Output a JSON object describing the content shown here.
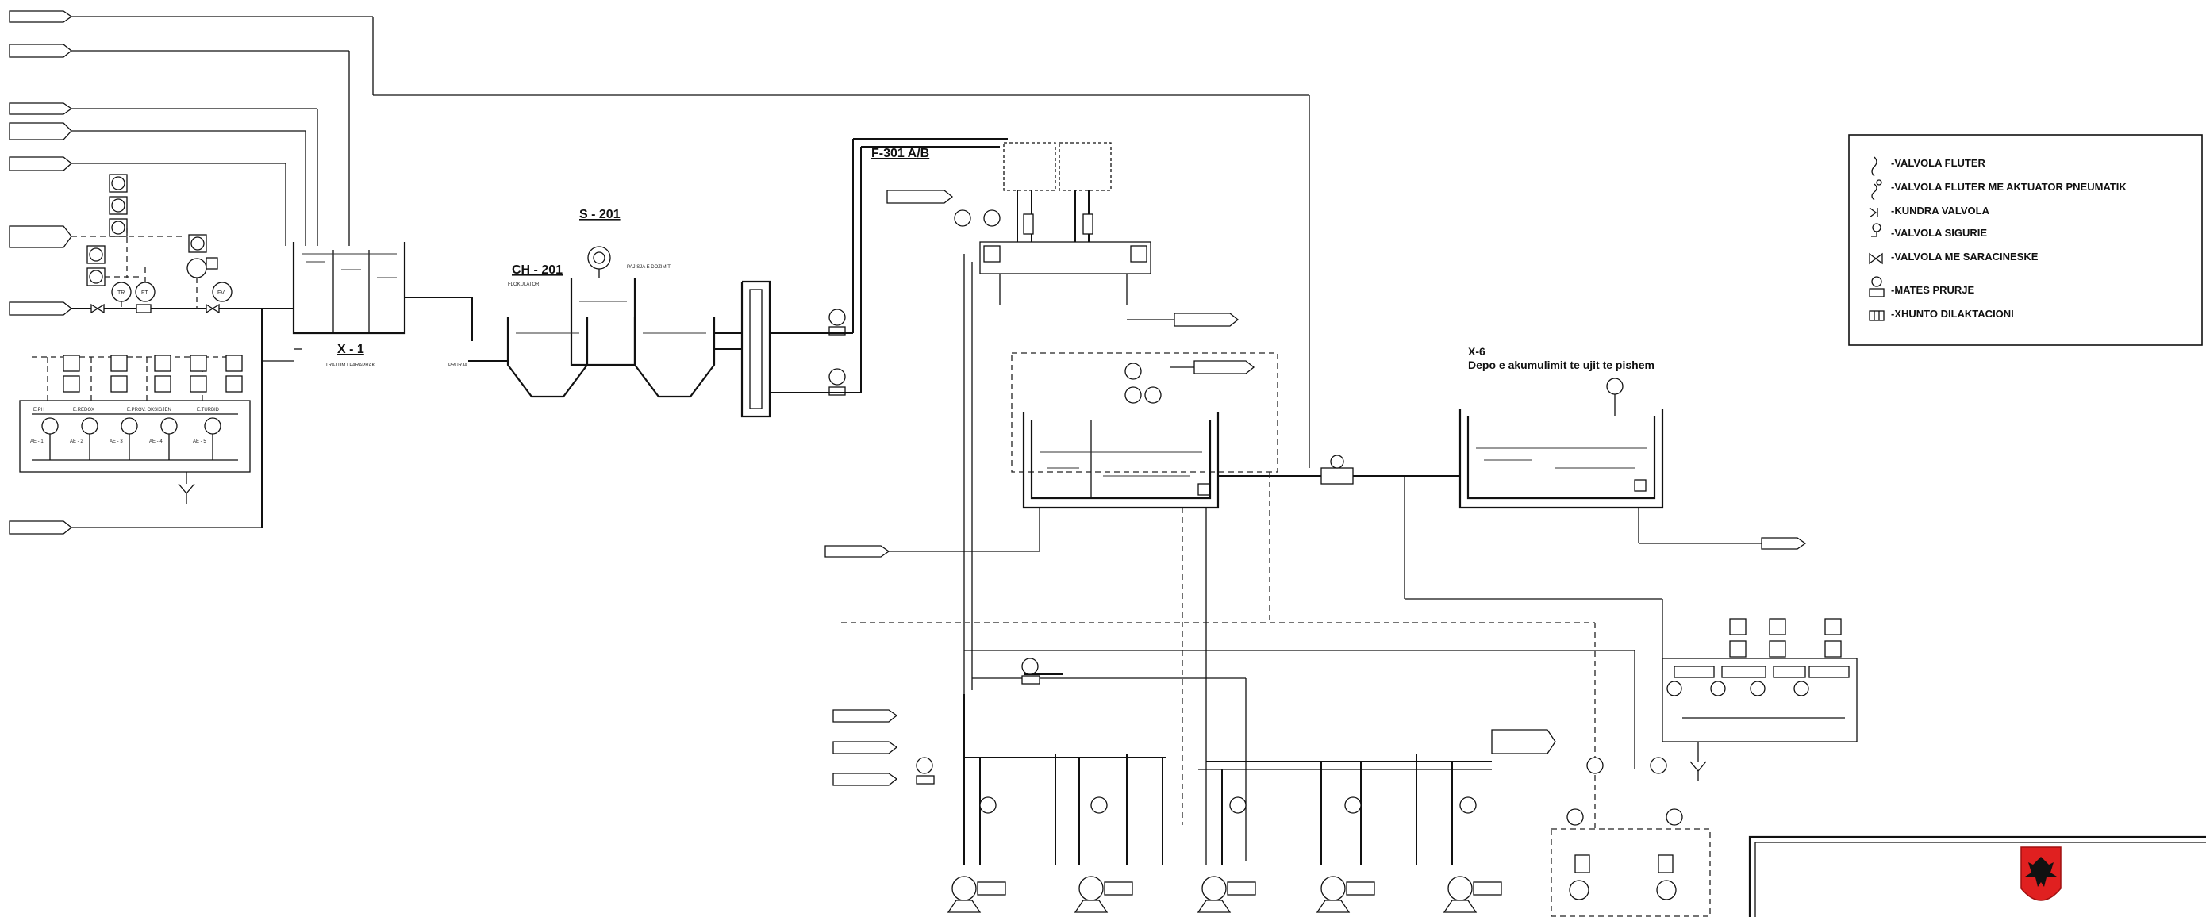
{
  "tags": {
    "x1": "X - 1",
    "ch201": "CH - 201",
    "s201": "S - 201",
    "f301": "F-301 A/B",
    "x6": "X-6",
    "x6_desc": "Depo e akumulimit te ujit te pishem"
  },
  "legend": {
    "items": [
      "-VALVOLA  FLUTER",
      "-VALVOLA  FLUTER ME AKTUATOR PNEUMATIK",
      "-KUNDRA VALVOLA",
      "-VALVOLA SIGURIE",
      "-VALVOLA ME SARACINESKE",
      "-MATES PRURJE",
      "-XHUNTO DILAKTACIONI"
    ]
  },
  "colors": {
    "line": "#111111",
    "paper": "#ffffff",
    "seal": "#e02020"
  },
  "icons": [
    "butterfly-valve-icon",
    "pneumatic-valve-icon",
    "check-valve-icon",
    "safety-valve-icon",
    "gate-valve-icon",
    "flow-meter-icon",
    "expansion-joint-icon",
    "albanian-eagle-emblem"
  ]
}
